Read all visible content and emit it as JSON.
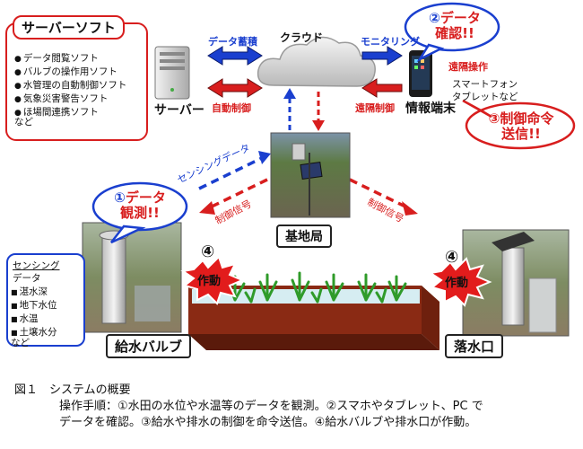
{
  "server_software": {
    "title": "サーバーソフト",
    "items": [
      "データ閲覧ソフト",
      "バルブの操作用ソフト",
      "水管理の自動制御ソフト",
      "気象災害警告ソフト",
      "ほ場間連携ソフト"
    ],
    "tail": "など"
  },
  "cloud": {
    "label": "クラウド"
  },
  "server": {
    "label": "サーバー"
  },
  "arrows": {
    "data_storage": "データ蓄積",
    "auto_control": "自動制御",
    "monitoring": "モニタリング",
    "remote_control_left": "遠隔制御",
    "sensing_data": "センシングデータ",
    "control_signal_left": "制御信号",
    "control_signal_right": "制御信号"
  },
  "terminal": {
    "label": "情報端末",
    "remote_op": "遠隔操作",
    "devices_line1": "スマートフォン",
    "devices_line2": "タブレットなど"
  },
  "bubbles": {
    "b2_num": "②",
    "b2_line1": "データ",
    "b2_line2": "確認!!",
    "b3_num": "③",
    "b3_line1": "制御命令",
    "b3_line2": "送信!!",
    "b1_num": "①",
    "b1_line1": "データ",
    "b1_line2": "観測!!"
  },
  "base_station": {
    "label": "基地局"
  },
  "sensing": {
    "title_line1": "センシング",
    "title_line2": "データ",
    "items": [
      "湛水深",
      "地下水位",
      "水温",
      "土壌水分"
    ],
    "tail": "など"
  },
  "valves": {
    "supply_label": "給水バルブ",
    "drain_label": "落水口",
    "num4_left": "④",
    "num4_right": "④",
    "action_left": "作動",
    "action_right": "作動"
  },
  "caption": {
    "title": "図１　システムの概要",
    "line1": "操作手順：①水田の水位や水温等のデータを観測。②スマホやタブレット、PC で",
    "line2": "データを確認。③給水や排水の制御を命令送信。④給水バルブや排水口が作動。"
  },
  "colors": {
    "red": "#d81e1e",
    "blue": "#1a3fcf",
    "field": "#8a2a14",
    "water": "#cfe6ec"
  }
}
